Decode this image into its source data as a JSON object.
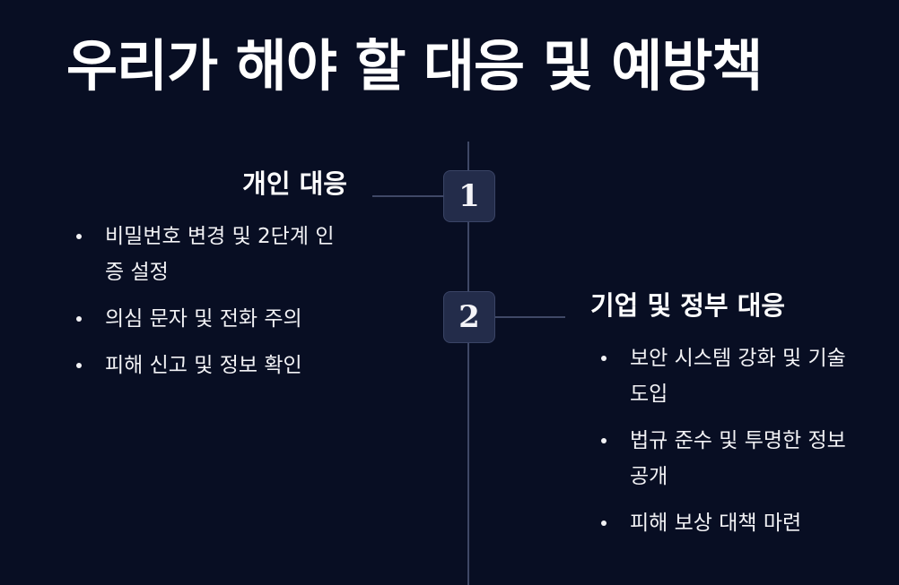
{
  "title": "우리가 해야 할 대응 및 예방책",
  "steps": [
    {
      "number": "1",
      "heading": "개인 대응",
      "items": [
        "비밀번호 변경 및 2단계 인증 설정",
        "의심 문자 및 전화 주의",
        "피해 신고 및 정보 확인"
      ]
    },
    {
      "number": "2",
      "heading": "기업 및 정부 대응",
      "items": [
        "보안 시스템 강화 및 기술 도입",
        "법규 준수 및 투명한 정보 공개",
        "피해 보상 대책 마련"
      ]
    }
  ]
}
